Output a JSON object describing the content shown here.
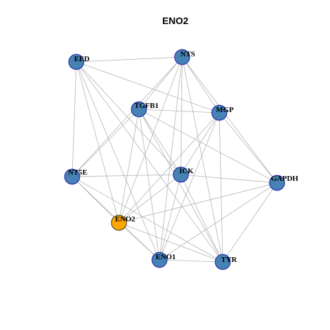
{
  "title": "ENO2",
  "colors": {
    "node_default": "#4682B4",
    "node_default_border": "#1a1aa8",
    "node_highlight": "#FFA500",
    "node_highlight_border": "#333333",
    "edge": "#b3b3b3"
  },
  "nodes": [
    {
      "id": "EED",
      "label": "EED",
      "highlight": false
    },
    {
      "id": "NTS",
      "label": "NTS",
      "highlight": false
    },
    {
      "id": "TGFB1",
      "label": "TGFB1",
      "highlight": false
    },
    {
      "id": "MGP",
      "label": "MGP",
      "highlight": false
    },
    {
      "id": "NT5E",
      "label": "NT5E",
      "highlight": false
    },
    {
      "id": "ICK",
      "label": "ICK",
      "highlight": false
    },
    {
      "id": "GAPDH",
      "label": "GAPDH",
      "highlight": false
    },
    {
      "id": "ENO2",
      "label": "ENO2",
      "highlight": true
    },
    {
      "id": "ENO1",
      "label": "ENO1",
      "highlight": false
    },
    {
      "id": "TYR",
      "label": "TYR",
      "highlight": false
    }
  ],
  "edges": [
    [
      "EED",
      "NTS"
    ],
    [
      "EED",
      "MGP"
    ],
    [
      "EED",
      "NT5E"
    ],
    [
      "EED",
      "ICK"
    ],
    [
      "EED",
      "ENO2"
    ],
    [
      "EED",
      "ENO1"
    ],
    [
      "EED",
      "TYR"
    ],
    [
      "NTS",
      "TGFB1"
    ],
    [
      "NTS",
      "MGP"
    ],
    [
      "NTS",
      "NT5E"
    ],
    [
      "NTS",
      "ICK"
    ],
    [
      "NTS",
      "GAPDH"
    ],
    [
      "NTS",
      "ENO2"
    ],
    [
      "NTS",
      "ENO1"
    ],
    [
      "NTS",
      "TYR"
    ],
    [
      "TGFB1",
      "MGP"
    ],
    [
      "TGFB1",
      "NT5E"
    ],
    [
      "TGFB1",
      "ICK"
    ],
    [
      "TGFB1",
      "ENO2"
    ],
    [
      "TGFB1",
      "ENO1"
    ],
    [
      "TGFB1",
      "TYR"
    ],
    [
      "TGFB1",
      "GAPDH"
    ],
    [
      "MGP",
      "ICK"
    ],
    [
      "MGP",
      "GAPDH"
    ],
    [
      "MGP",
      "ENO2"
    ],
    [
      "MGP",
      "ENO1"
    ],
    [
      "MGP",
      "TYR"
    ],
    [
      "NT5E",
      "ICK"
    ],
    [
      "NT5E",
      "ENO2"
    ],
    [
      "NT5E",
      "ENO1"
    ],
    [
      "NT5E",
      "TYR"
    ],
    [
      "ICK",
      "GAPDH"
    ],
    [
      "ICK",
      "ENO2"
    ],
    [
      "ICK",
      "ENO1"
    ],
    [
      "ICK",
      "TYR"
    ],
    [
      "GAPDH",
      "ENO2"
    ],
    [
      "GAPDH",
      "ENO1"
    ],
    [
      "GAPDH",
      "TYR"
    ],
    [
      "ENO2",
      "ENO1"
    ],
    [
      "ENO2",
      "TYR"
    ],
    [
      "ENO1",
      "TYR"
    ]
  ]
}
